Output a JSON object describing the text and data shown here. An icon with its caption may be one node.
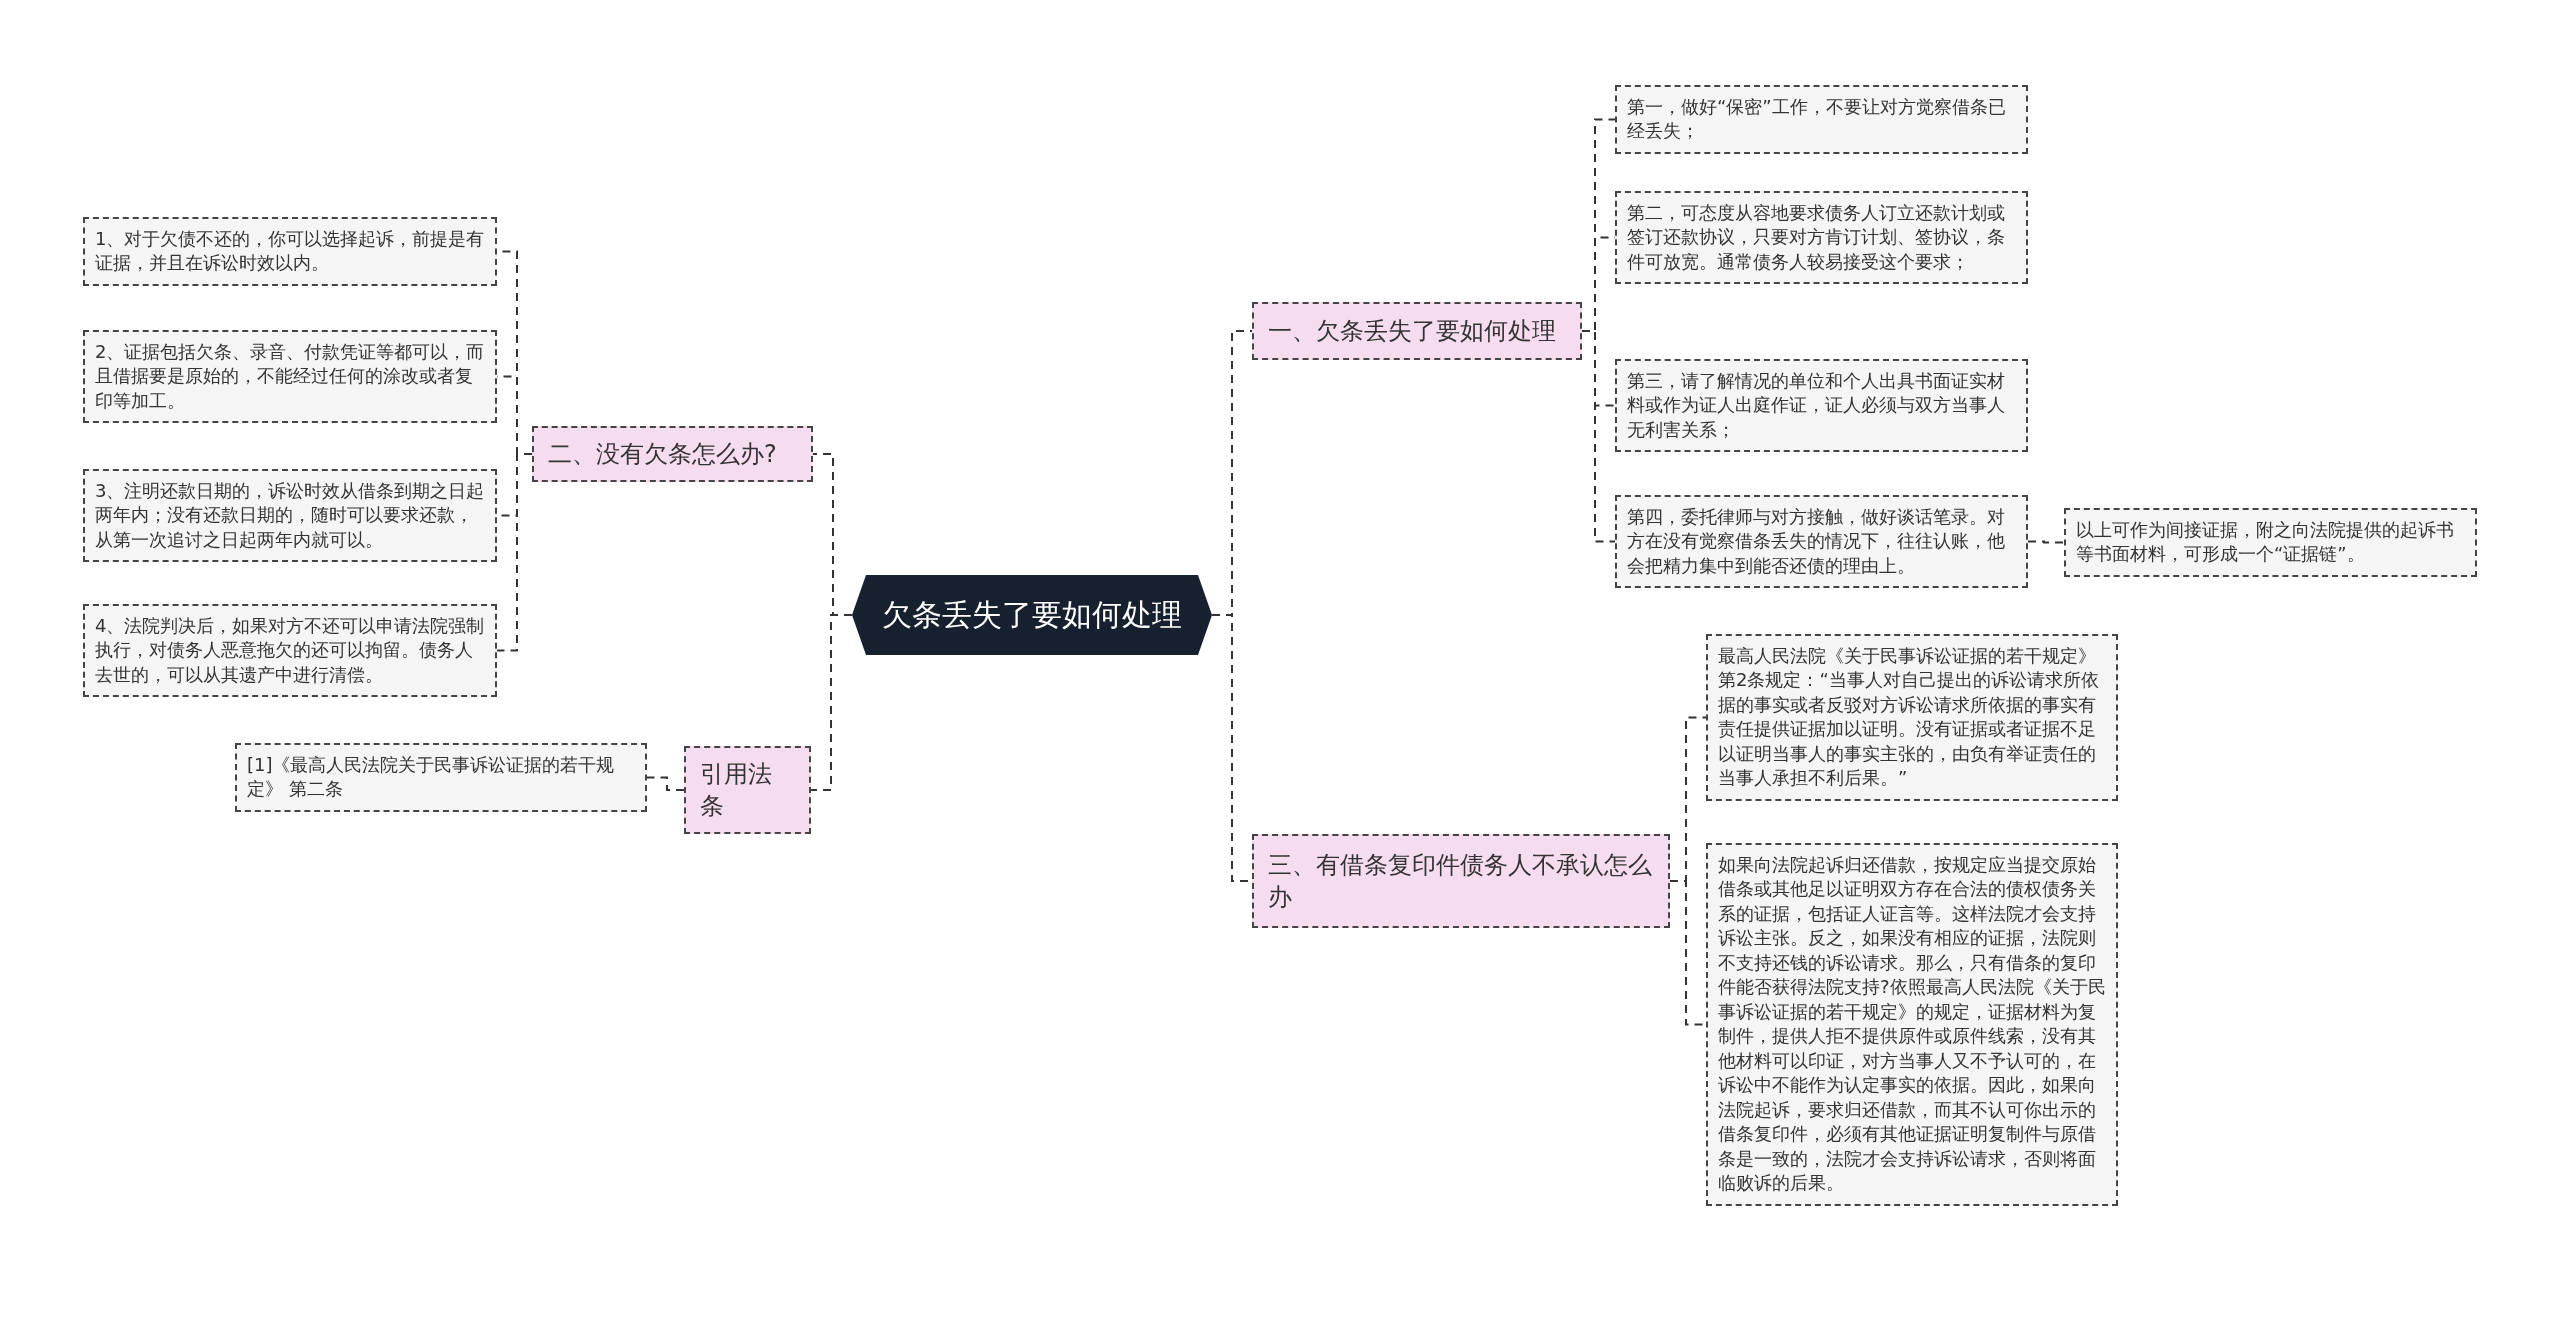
{
  "diagram": {
    "nodes": [
      {
        "text": [
          "欠条丢失了要如何处理"
        ]
      },
      {
        "text": [
          "一、欠条丢失了要如何处理"
        ]
      },
      {
        "text": [
          "第一，做好“保密”工作，不要让对方觉察借条已经丢失；"
        ]
      },
      {
        "text": [
          "第二，可态度从容地要求债务人订立还款计划或签订还款协议，只要对方肯订计划、签协议，条件可放宽。通常债务人较易接受这个要求；"
        ]
      },
      {
        "text": [
          "第三，请了解情况的单位和个人出具书面证实材料或作为证人出庭作证，证人必须与双方当事人无利害关系；"
        ]
      },
      {
        "text": [
          "第四，委托律师与对方接触，做好谈话笔录。对方在没有觉察借条丢失的情况下，往往认账，他会把精力集中到能否还债的理由上。"
        ]
      },
      {
        "text": [
          "以上可作为间接证据，附之向法院提供的起诉书等书面材料，可形成一个“证据链”。"
        ]
      },
      {
        "text": [
          "三、有借条复印件债务人不承认怎么办"
        ]
      },
      {
        "text": [
          "最高人民法院《关于民事诉讼证据的若干规定》第2条规定：“当事人对自己提出的诉讼请求所依据的事实或者反驳对方诉讼请求所依据的事实有责任提供证据加以证明。没有证据或者证据不足以证明当事人的事实主张的，由负有举证责任的当事人承担不利后果。”"
        ]
      },
      {
        "text": [
          "如果向法院起诉归还借款，按规定应当提交原始借条或其他足以证明双方存在合法的债权债务关系的证据，包括证人证言等。这样法院才会支持诉讼主张。反之，如果没有相应的证据，法院则不支持还钱的诉讼请求。那么，只有借条的复印件能否获得法院支持?依照最高人民法院《关于民事诉讼证据的若干规定》的规定，证据材料为复制件，提供人拒不提供原件或原件线索，没有其他材料可以印证，对方当事人又不予认可的，在诉讼中不能作为认定事实的依据。因此，如果向法院起诉，要求归还借款，而其不认可你出示的借条复印件，必须有其他证据证明复制件与原借条是一致的，法院才会支持诉讼请求，否则将面临败诉的后果。"
        ]
      },
      {
        "text": [
          "二、没有欠条怎么办?"
        ]
      },
      {
        "text": [
          "1、对于欠债不还的，你可以选择起诉，前提是有证据，并且在诉讼时效以内。"
        ]
      },
      {
        "text": [
          "2、证据包括欠条、录音、付款凭证等都可以，而且借据要是原始的，不能经过任何的涂改或者复印等加工。"
        ]
      },
      {
        "text": [
          "3、注明还款日期的，诉讼时效从借条到期之日起两年内；没有还款日期的，随时可以要求还款，从第一次追讨之日起两年内就可以。"
        ]
      },
      {
        "text": [
          "4、法院判决后，如果对方不还可以申请法院强制执行，对债务人恶意拖欠的还可以拘留。债务人去世的，可以从其遗产中进行清偿。"
        ]
      },
      {
        "text": [
          "引用法条"
        ]
      },
      {
        "text": [
          "[1]《最高人民法院关于民事诉讼证据的若干规定》 第二条"
        ]
      }
    ],
    "edges": [
      {
        "from": 0,
        "to": 1,
        "arrow": "none",
        "style": "dashed"
      },
      {
        "from": 0,
        "to": 7,
        "arrow": "none",
        "style": "dashed"
      },
      {
        "from": 0,
        "to": 10,
        "arrow": "none",
        "style": "dashed"
      },
      {
        "from": 0,
        "to": 15,
        "arrow": "none",
        "style": "dashed"
      },
      {
        "from": 1,
        "to": 2,
        "arrow": "none",
        "style": "dashed"
      },
      {
        "from": 1,
        "to": 3,
        "arrow": "none",
        "style": "dashed"
      },
      {
        "from": 1,
        "to": 4,
        "arrow": "none",
        "style": "dashed"
      },
      {
        "from": 1,
        "to": 5,
        "arrow": "none",
        "style": "dashed"
      },
      {
        "from": 5,
        "to": 6,
        "arrow": "none",
        "style": "dashed"
      },
      {
        "from": 7,
        "to": 8,
        "arrow": "none",
        "style": "dashed"
      },
      {
        "from": 7,
        "to": 9,
        "arrow": "none",
        "style": "dashed"
      },
      {
        "from": 10,
        "to": 11,
        "arrow": "none",
        "style": "dashed"
      },
      {
        "from": 10,
        "to": 12,
        "arrow": "none",
        "style": "dashed"
      },
      {
        "from": 10,
        "to": 13,
        "arrow": "none",
        "style": "dashed"
      },
      {
        "from": 10,
        "to": 14,
        "arrow": "none",
        "style": "dashed"
      },
      {
        "from": 15,
        "to": 16,
        "arrow": "none",
        "style": "dashed"
      }
    ]
  }
}
